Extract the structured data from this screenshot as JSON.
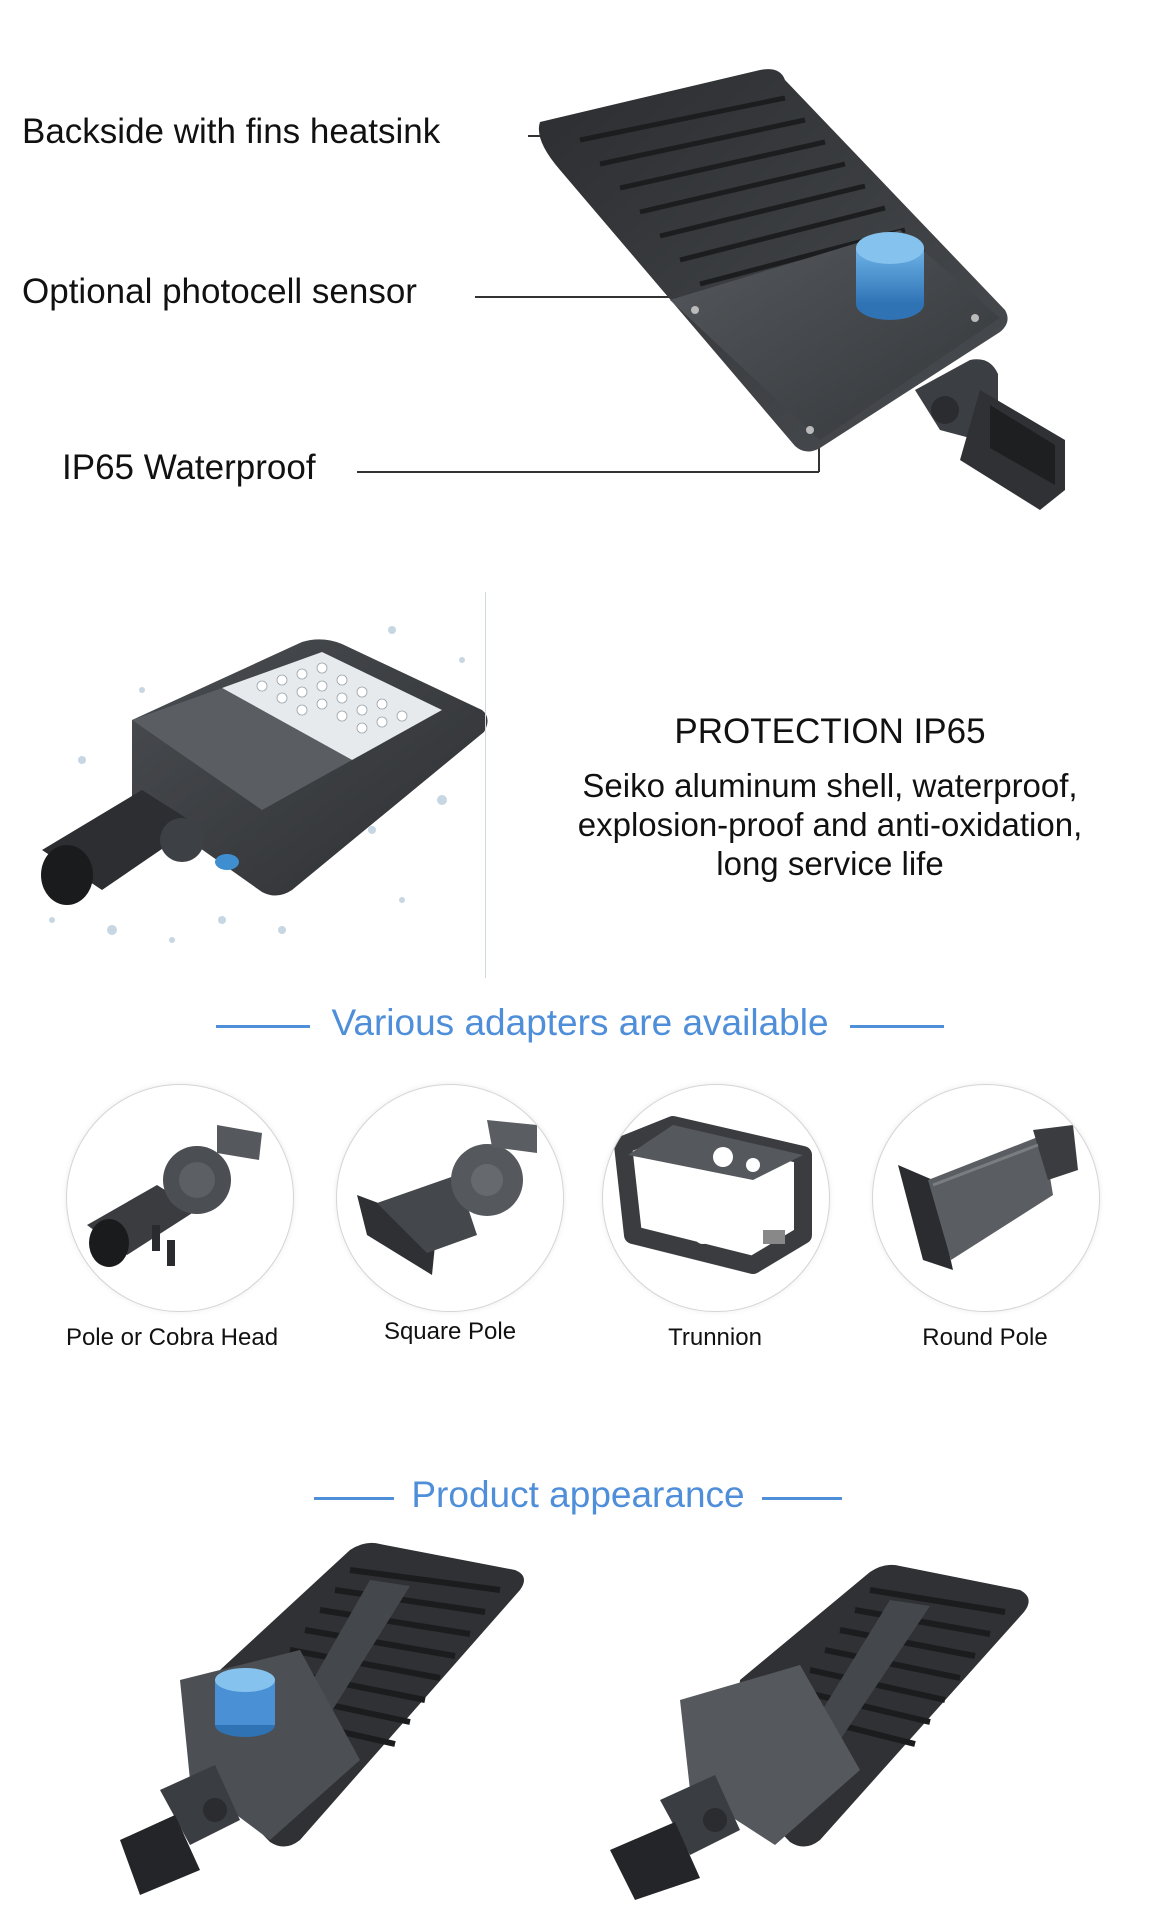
{
  "callouts": {
    "heatsink": "Backside with fins heatsink",
    "photocell": "Optional photocell sensor",
    "waterproof": "IP65 Waterproof"
  },
  "protection": {
    "title": "PROTECTION IP65",
    "desc_line1": "Seiko aluminum shell, waterproof,",
    "desc_line2": "explosion-proof and anti-oxidation,",
    "desc_line3": "long service life"
  },
  "adapters": {
    "heading": "Various adapters are available",
    "items": [
      {
        "label": "Pole or Cobra Head",
        "icon": "cobra-head-adapter-icon"
      },
      {
        "label": "Square Pole",
        "icon": "square-pole-adapter-icon"
      },
      {
        "label": "Trunnion",
        "icon": "trunnion-adapter-icon"
      },
      {
        "label": "Round Pole",
        "icon": "round-pole-adapter-icon"
      }
    ]
  },
  "appearance": {
    "heading": "Product appearance"
  },
  "colors": {
    "accent": "#4f8ed9",
    "housing": "#3a3d40",
    "sensor": "#3f8fd0"
  }
}
